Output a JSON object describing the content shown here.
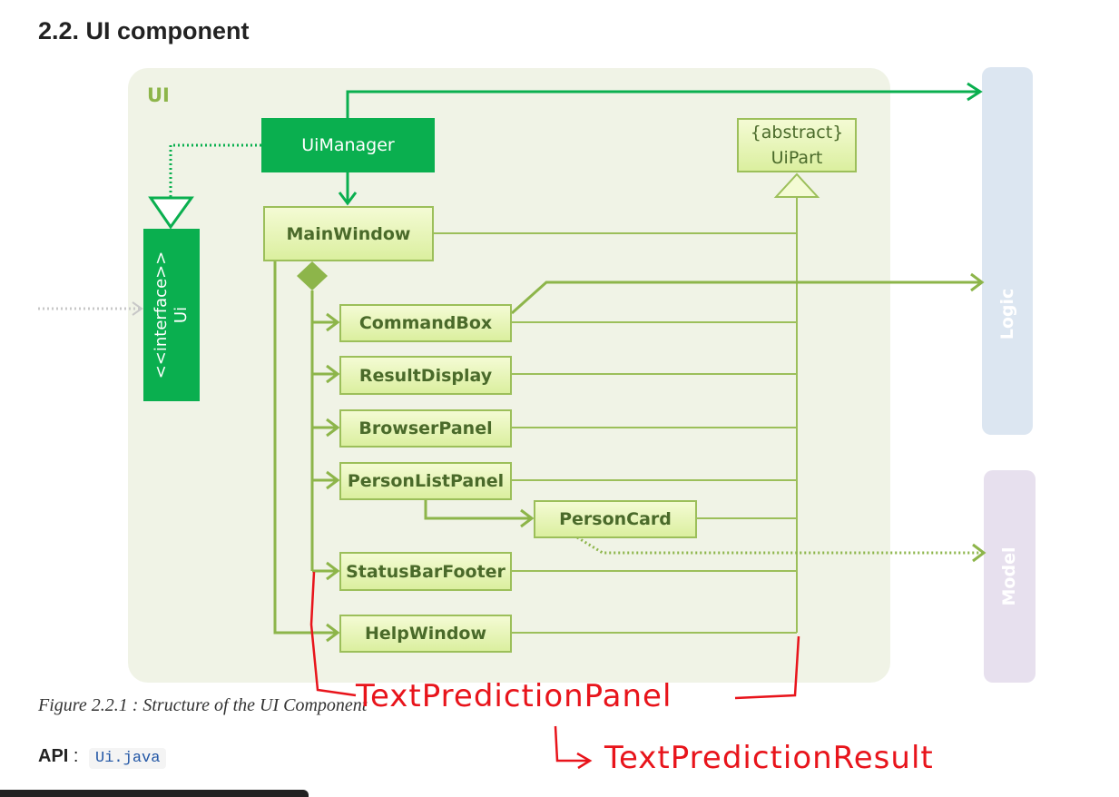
{
  "heading": "2.2. UI component",
  "diagram": {
    "ui_label": "UI",
    "logic_label": "Logic",
    "model_label": "Model",
    "interface_stereotype": "<<interface>>",
    "interface_name": "Ui",
    "ui_manager": "UiManager",
    "ui_part_stereotype": "{abstract}",
    "ui_part": "UiPart",
    "main_window": "MainWindow",
    "command_box": "CommandBox",
    "result_display": "ResultDisplay",
    "browser_panel": "BrowserPanel",
    "person_list_panel": "PersonListPanel",
    "person_card": "PersonCard",
    "status_bar_footer": "StatusBarFooter",
    "help_window": "HelpWindow",
    "colors": {
      "component_green": "#0aaf4f",
      "class_border": "#9cbf5a",
      "annotation_red": "#e8141b",
      "logic_bg": "#dce6f1",
      "model_bg": "#e7e0ee"
    }
  },
  "annotations": {
    "text_prediction_panel": "TextPredictionPanel",
    "text_prediction_result": "TextPredictionResult"
  },
  "caption": "Figure 2.2.1 : Structure of the UI Component",
  "api": {
    "label": "API",
    "separator": ":",
    "file": "Ui.java"
  }
}
